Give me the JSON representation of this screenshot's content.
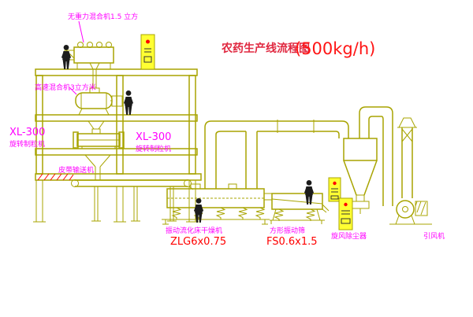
{
  "drawing": {
    "title": {
      "text": "农药生产线流程图",
      "capacity": "(500kg/h)"
    },
    "equipment_labels": {
      "gravity_mixer": "无重力混合机1.5 立方",
      "high_speed_mixer": "高速混合机3立方米",
      "granulator_left": {
        "model": "XL-300",
        "name": "旋转制粒机"
      },
      "granulator_right": {
        "model": "XL-300",
        "name": "旋转制粒机"
      },
      "belt_conveyor": "皮带输送机",
      "fluid_bed_dryer": {
        "name": "振动流化床干燥机",
        "model": "ZLG6x0.75"
      },
      "vibrating_screen": {
        "name": "方形振动筛",
        "model": "FS0.6x1.5"
      },
      "cyclone_collector": "旋风除尘器",
      "induced_draft_fan": "引风机"
    },
    "colors": {
      "line_olive": "#a8a400",
      "label_magenta": "#ff00ff",
      "title_red": "#e02840",
      "model_red": "#ff0000",
      "panel_yellow": "#ffff33",
      "figure_black": "#1c1c1c",
      "background": "#ffffff"
    }
  }
}
